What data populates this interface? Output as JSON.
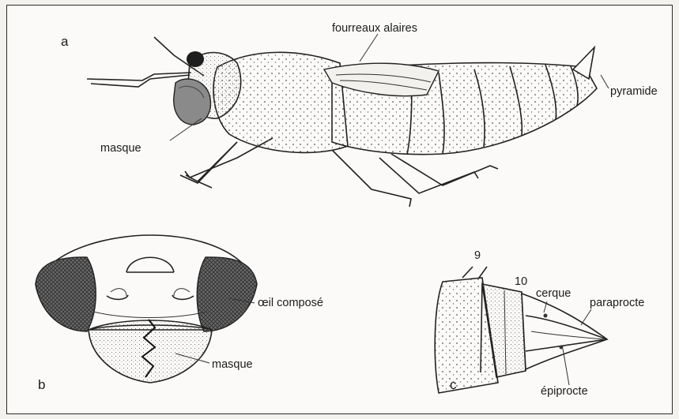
{
  "figure": {
    "panels": [
      {
        "letter": "a",
        "labels": [
          "fourreaux alaires",
          "masque",
          "pyramide"
        ]
      },
      {
        "letter": "b",
        "labels": [
          "œil composé",
          "masque"
        ]
      },
      {
        "letter": "c",
        "labels": [
          "9",
          "10",
          "cerque",
          "paraprocte",
          "épiprocte"
        ]
      }
    ]
  },
  "colors": {
    "ink": "#222222",
    "paper": "#fbfaf8",
    "dark": "#4a4a4a"
  }
}
